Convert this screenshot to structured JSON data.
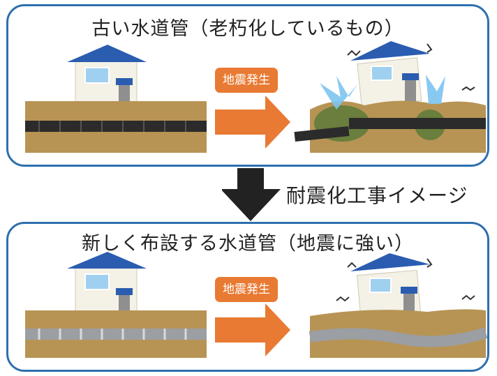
{
  "panels": {
    "old": {
      "title": "古い水道管（老朽化しているもの）",
      "badge": "地震発生"
    },
    "new": {
      "title": "新しく布設する水道管（地震に強い）",
      "badge": "地震発生"
    }
  },
  "transition": {
    "label": "耐震化工事イメージ"
  },
  "colors": {
    "frame": "#2e6fae",
    "soil": "#b79454",
    "roof": "#2a5db0",
    "badge": "#e97a33",
    "old_pipe": "#2b2b2b",
    "new_pipe": "#9b9ea3"
  }
}
